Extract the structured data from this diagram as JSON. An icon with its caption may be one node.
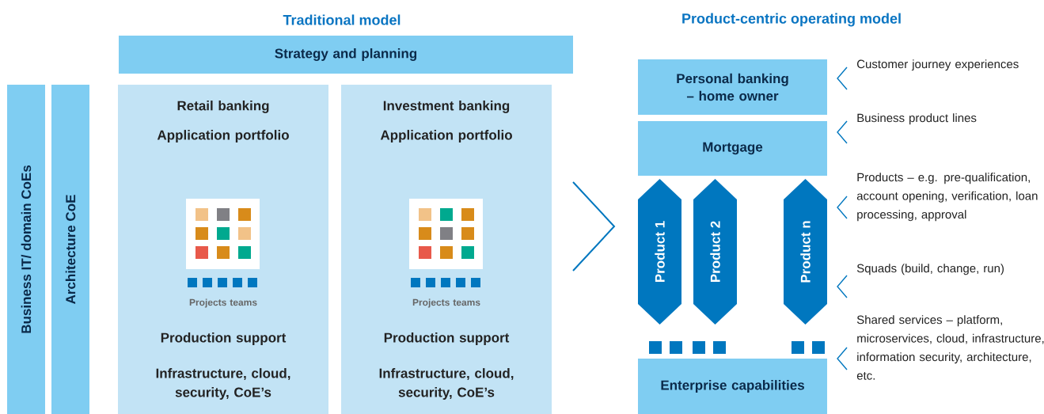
{
  "diagram": {
    "nodes": [
      {
        "text": [
          "Strategy and planning"
        ]
      },
      {
        "text": [
          "Business IT/ domain CoEs"
        ]
      },
      {
        "text": [
          "Architecture CoE"
        ]
      },
      {
        "text": [
          "Retail banking",
          "Application portfolio",
          "Projects teams",
          "Production support",
          "Infrastructure, cloud, security, CoE’s"
        ]
      },
      {
        "text": [
          "Investment banking",
          "Application portfolio",
          "Projects teams",
          "Production support",
          "Infrastructure, cloud, security, CoE’s"
        ]
      },
      {
        "text": [
          "Personal banking – home owner"
        ]
      },
      {
        "text": [
          "Mortgage"
        ]
      },
      {
        "text": [
          "Product 1"
        ]
      },
      {
        "text": [
          "Product 2"
        ]
      },
      {
        "text": [
          "Product n"
        ]
      },
      {
        "text": [
          "Enterprise capabilities"
        ]
      }
    ],
    "labels": [
      "Traditional model",
      "Product-centric operating model",
      "Customer journey experiences",
      "Business product lines",
      "Products – e.g. pre-qualification, account opening, verification, loan processing, approval",
      "Squads (build, change, run)",
      "Shared services – platform, microservices, cloud, infrastructure, information security, architecture, etc."
    ]
  }
}
